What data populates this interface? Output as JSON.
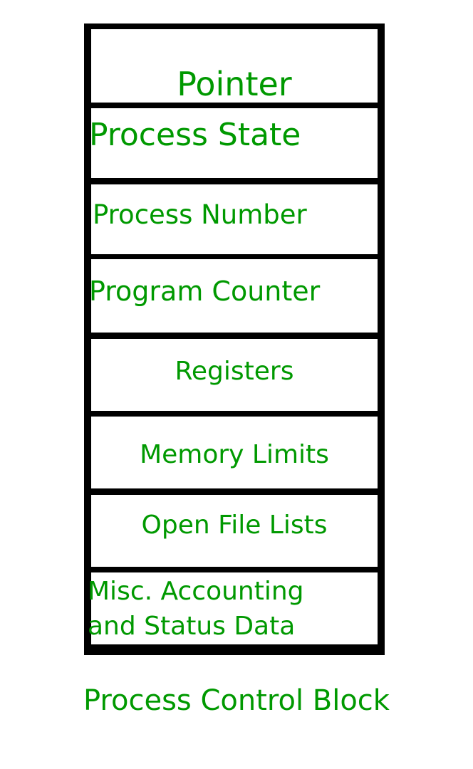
{
  "diagram": {
    "title": "Process Control Block",
    "caption": "Process Control Block",
    "accent_color": "#009900",
    "frame_color": "#000000",
    "background_color": "#ffffff",
    "fields": [
      {
        "label": "Pointer",
        "align": "center",
        "lines": 1
      },
      {
        "label": "Process State",
        "align": "left",
        "lines": 1
      },
      {
        "label": "Process Number",
        "align": "left",
        "lines": 1
      },
      {
        "label": "Program Counter",
        "align": "left",
        "lines": 1
      },
      {
        "label": "Registers",
        "align": "center",
        "lines": 1
      },
      {
        "label": "Memory Limits",
        "align": "center",
        "lines": 1
      },
      {
        "label": "Open File Lists",
        "align": "center",
        "lines": 1
      },
      {
        "label": "Misc. Accounting and Status Data",
        "align": "left",
        "lines": 2,
        "line1": "Misc. Accounting",
        "line2": "and Status Data"
      }
    ]
  }
}
